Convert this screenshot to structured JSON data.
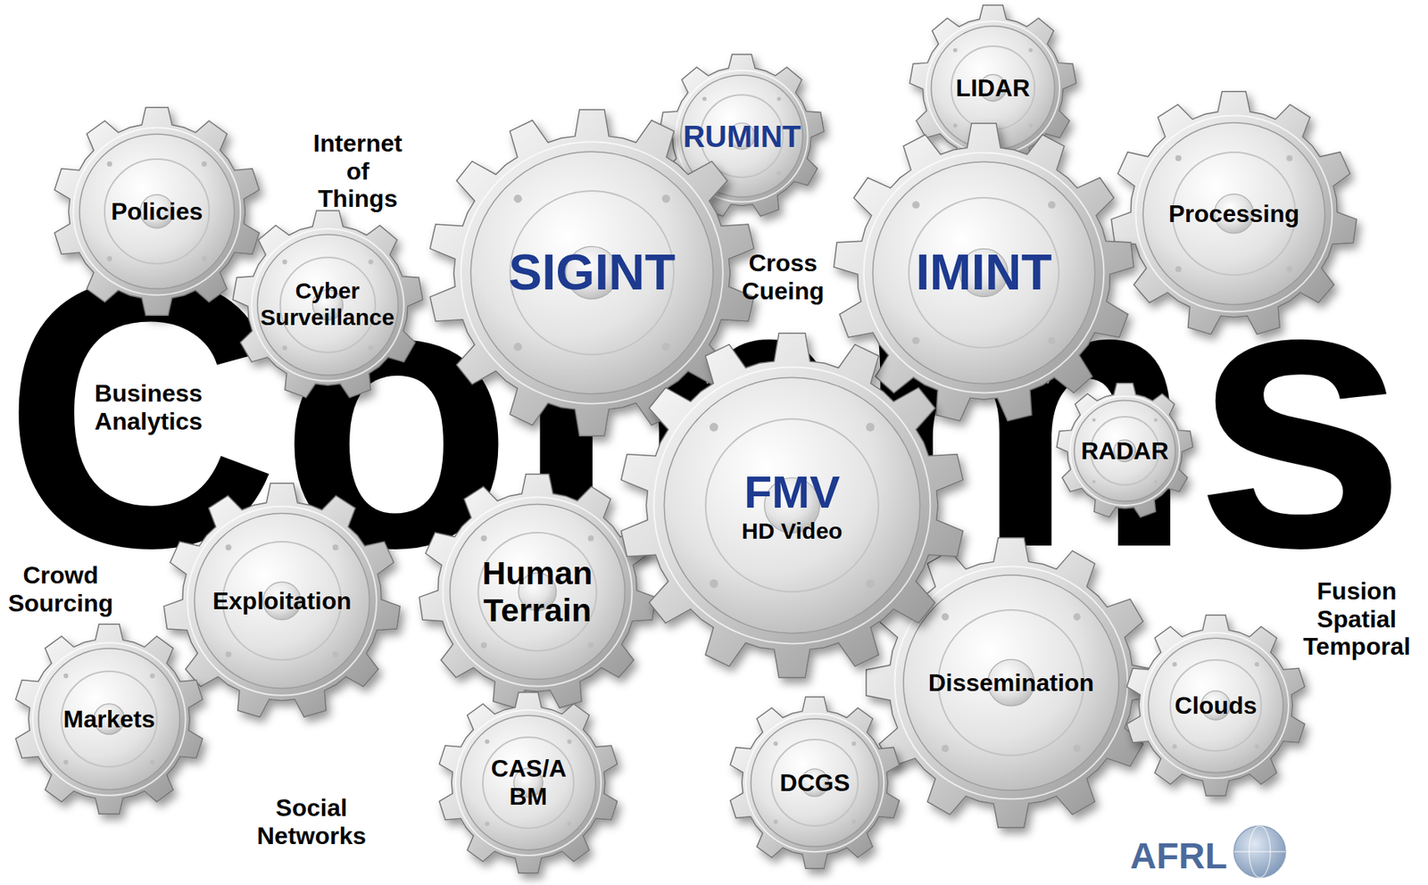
{
  "diagram": {
    "nodes": [
      {
        "text": [
          "Policies"
        ]
      },
      {
        "text": [
          "Cyber Surveillance"
        ]
      },
      {
        "text": [
          "RUMINT"
        ]
      },
      {
        "text": [
          "LIDAR"
        ]
      },
      {
        "text": [
          "SIGINT"
        ]
      },
      {
        "text": [
          "IMINT"
        ]
      },
      {
        "text": [
          "Processing"
        ]
      },
      {
        "text": [
          "RADAR"
        ]
      },
      {
        "text": [
          "FMV",
          "HD Video"
        ]
      },
      {
        "text": [
          "Exploitation"
        ]
      },
      {
        "text": [
          "Human Terrain"
        ]
      },
      {
        "text": [
          "Markets"
        ]
      },
      {
        "text": [
          "Dissemination"
        ]
      },
      {
        "text": [
          "Clouds"
        ]
      },
      {
        "text": [
          "CAS/A BM"
        ]
      },
      {
        "text": [
          "DCGS"
        ]
      }
    ],
    "labels": [
      "Internet of Things",
      "Cross Cueing",
      "Business Analytics",
      "Comms",
      "Crowd Sourcing",
      "Fusion Spatial Temporal",
      "Social Networks",
      "AFRL"
    ]
  }
}
